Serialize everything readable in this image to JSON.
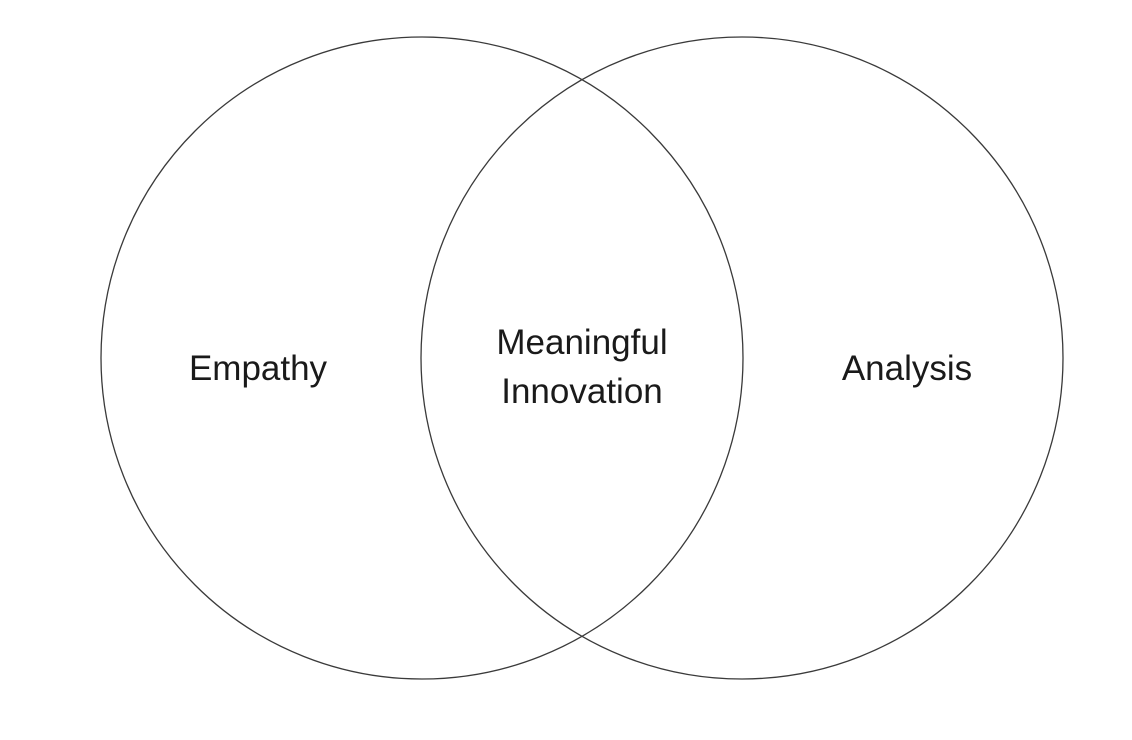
{
  "diagram": {
    "type": "venn",
    "sets": [
      {
        "id": "empathy",
        "label": "Empathy"
      },
      {
        "id": "analysis",
        "label": "Analysis"
      }
    ],
    "intersection": {
      "sets": [
        "empathy",
        "analysis"
      ],
      "label_lines": [
        "Meaningful",
        "Innovation"
      ]
    },
    "colors": {
      "stroke": "#3a3a3a",
      "text": "#1a1a1a",
      "background": "#ffffff"
    }
  }
}
